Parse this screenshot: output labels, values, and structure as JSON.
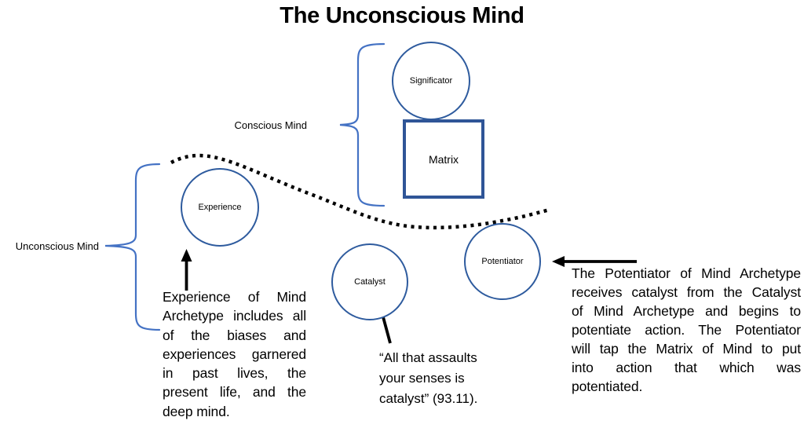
{
  "title": "The Unconscious Mind",
  "labels": {
    "conscious": "Conscious Mind",
    "unconscious": "Unconscious Mind"
  },
  "nodes": {
    "significator": "Significator",
    "matrix": "Matrix",
    "experience": "Experience",
    "catalyst": "Catalyst",
    "potentiator": "Potentiator"
  },
  "annotations": {
    "experience": {
      "full_text": "Experience of Mind Archetype includes all of the biases and experiences garnered in past lives, the present life, and the deep mind.",
      "lines": [
        "Experience of Mind",
        "Archetype includes all",
        "of the biases and",
        "experiences garnered",
        "in past lives, the",
        "present life, and the",
        "deep mind."
      ]
    },
    "catalyst_quote": {
      "full_text": "“All that assaults your senses is catalyst” (93.11).",
      "lines": [
        "“All that assaults",
        "your senses is",
        "catalyst” (93.11)."
      ]
    },
    "potentiator": {
      "full_text": "The Potentiator of Mind Archetype receives catalyst from the Catalyst of Mind Archetype and begins to potentiate action. The Potentiator will tap the Matrix of Mind to put into action that which was potentiated.",
      "lines": [
        "The Potentiator of Mind Archetype",
        "receives catalyst from the Catalyst",
        "of Mind Archetype and begins to",
        "potentiate action. The Potentiator",
        "will tap the Matrix of Mind to put",
        "into action that which was",
        "potentiated."
      ]
    }
  },
  "colors": {
    "node_stroke": "#2e5b9e",
    "matrix_stroke": "#2f5597",
    "brace": "#4472c4",
    "ink": "#000000",
    "background": "#ffffff"
  }
}
